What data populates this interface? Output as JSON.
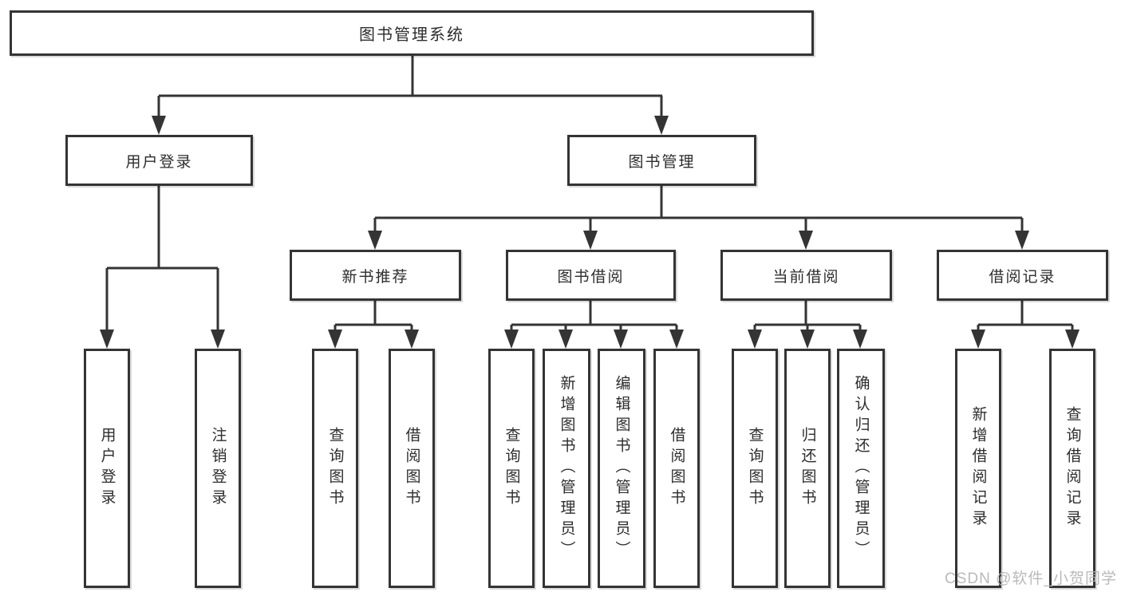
{
  "diagram": {
    "type": "tree",
    "title": "图书管理系统",
    "hierarchy": {
      "图书管理系统": {
        "用户登录": [
          "用户登录",
          "注销登录"
        ],
        "图书管理": {
          "新书推荐": [
            "查询图书",
            "借阅图书"
          ],
          "图书借阅": [
            "查询图书",
            "新增图书（管理员）",
            "编辑图书（管理员）",
            "借阅图书"
          ],
          "当前借阅": [
            "查询图书",
            "归还图书",
            "确认归还（管理员）"
          ],
          "借阅记录": [
            "新增借阅记录",
            "查询借阅记录"
          ]
        }
      }
    }
  },
  "nodes": {
    "root": {
      "label": "图书管理系统"
    },
    "user_login": {
      "label": "用户登录"
    },
    "book_mgmt": {
      "label": "图书管理"
    },
    "new_book_rec": {
      "label": "新书推荐"
    },
    "book_borrow": {
      "label": "图书借阅"
    },
    "current_borrow": {
      "label": "当前借阅"
    },
    "borrow_record": {
      "label": "借阅记录"
    },
    "leaf_user_login": {
      "label": "用户登录"
    },
    "leaf_logout": {
      "label": "注销登录"
    },
    "leaf_nbr_query": {
      "label": "查询图书"
    },
    "leaf_nbr_borrow": {
      "label": "借阅图书"
    },
    "leaf_bb_query": {
      "label": "查询图书"
    },
    "leaf_bb_add": {
      "label": "新增图书（管理员）"
    },
    "leaf_bb_edit": {
      "label": "编辑图书（管理员）"
    },
    "leaf_bb_borrow": {
      "label": "借阅图书"
    },
    "leaf_cb_query": {
      "label": "查询图书"
    },
    "leaf_cb_return": {
      "label": "归还图书"
    },
    "leaf_cb_confirm": {
      "label": "确认归还（管理员）"
    },
    "leaf_br_add": {
      "label": "新增借阅记录"
    },
    "leaf_br_query": {
      "label": "查询借阅记录"
    }
  },
  "watermark": {
    "text": "CSDN @软件_小贺同学"
  },
  "colors": {
    "line": "#343434",
    "text": "#2d2d2d",
    "node_fill": "#ffffff",
    "watermark": "#b6b6b6",
    "background": "#ffffff"
  }
}
